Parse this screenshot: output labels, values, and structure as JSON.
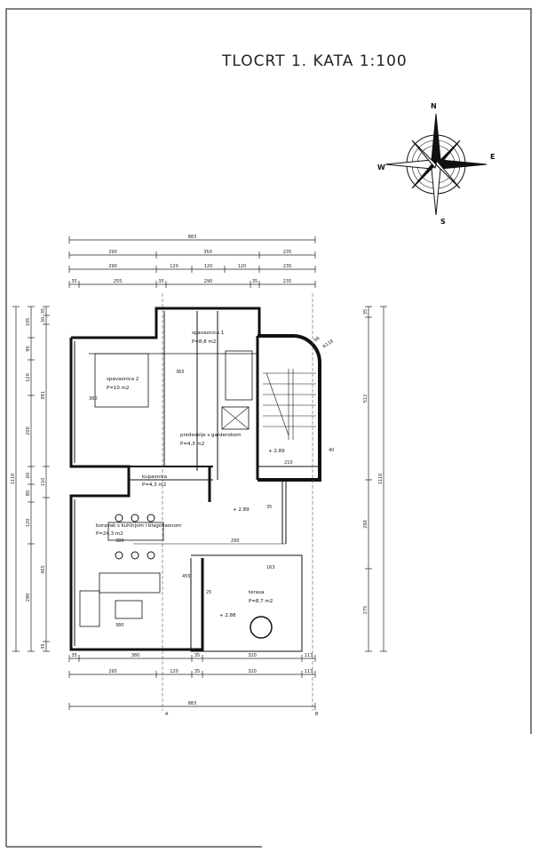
{
  "title": "TLOCRT 1. KATA 1:100",
  "compass": {
    "north": "N",
    "east": "E",
    "south": "S",
    "west": "W"
  },
  "rooms": [
    {
      "name": "spavaonica 2",
      "area": "P=10 m2"
    },
    {
      "name": "spavaonica 1",
      "area": "P=8,8 m2"
    },
    {
      "name": "predsoblje s garderobom",
      "area": "P=4,3 m2"
    },
    {
      "name": "kupaonica",
      "area": "P=4,3 m2"
    },
    {
      "name": "boravak s kuhinjom i blagovaonom",
      "area": "P=24,3 m2"
    },
    {
      "name": "terasa",
      "area": "P=8,7 m2"
    }
  ],
  "levels": [
    "+ 2.89",
    "+ 2.89",
    "+ 2.88"
  ],
  "stair": {
    "radius": "R118",
    "width": "98"
  },
  "sections": [
    "A",
    "B"
  ],
  "dimensions": {
    "top": [
      [
        "883"
      ],
      [
        "290",
        "350",
        "235"
      ],
      [
        "290",
        "120",
        "120",
        "120",
        "235"
      ],
      [
        "35",
        "255",
        "35",
        "290",
        "35",
        "235"
      ]
    ],
    "bottom": [
      [
        "35",
        "380",
        "35",
        "320",
        "113"
      ],
      [
        "295",
        "120",
        "35",
        "320",
        "113"
      ],
      [
        "883"
      ]
    ],
    "left": [
      [
        "1110"
      ],
      [
        "105",
        "90",
        "120",
        "200",
        "60",
        "80",
        "120",
        "290"
      ],
      [
        "35",
        "30",
        "391",
        "110",
        "455",
        "35"
      ]
    ],
    "right": [
      [
        "1110"
      ],
      [
        "35",
        "512",
        "290",
        "275"
      ]
    ],
    "interior": [
      "380",
      "380",
      "290",
      "210",
      "163",
      "365",
      "360",
      "455",
      "40",
      "35",
      "25"
    ]
  }
}
